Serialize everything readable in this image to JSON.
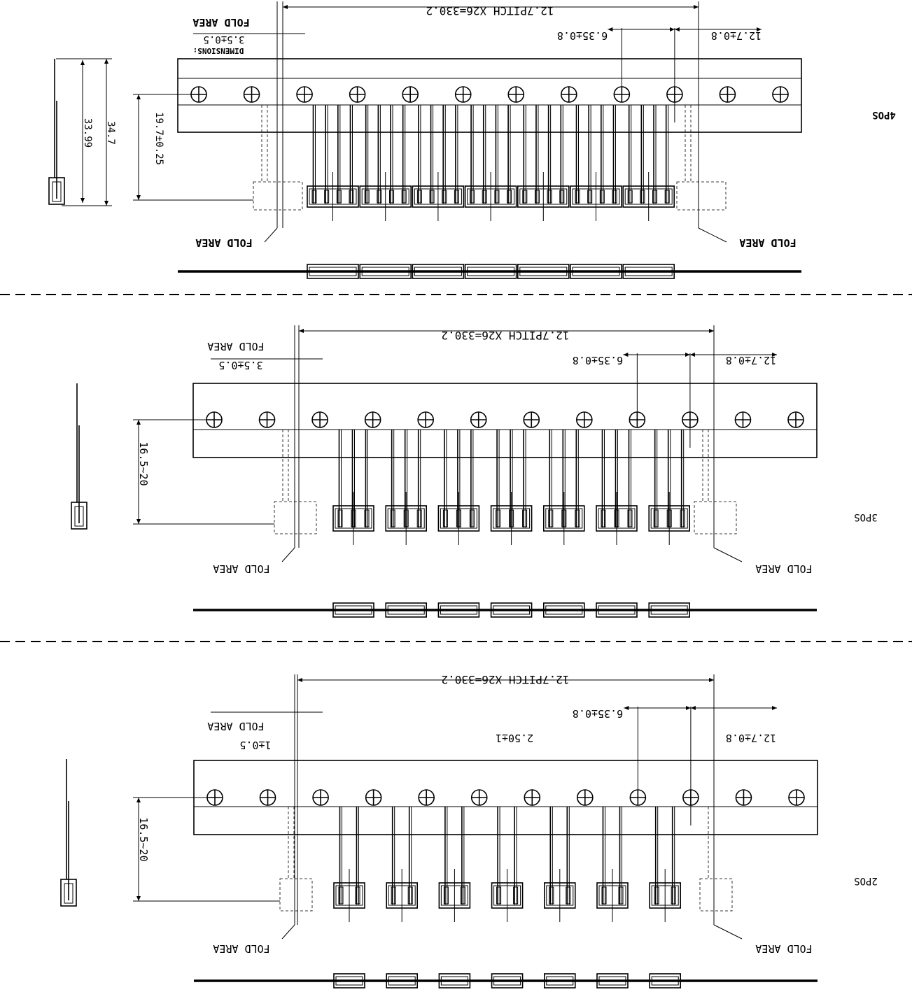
{
  "labels": {
    "fold_area": "FOLD AREA",
    "dimensions": "DIMENSIONS:",
    "pitch_span": "12.7PITCH X26=330.2",
    "pos4": "4POS",
    "pos3": "3POS",
    "pos2": "2POS",
    "dim_6_35": "6.35±0.8",
    "dim_12_7": "12.7±0.8",
    "dim_3_5": "3.5±0.5",
    "dim_1": "1±0.5",
    "dim_2_50": "2.50±1",
    "dim_19_7": "19.7±0.25",
    "dim_16_5": "16.5~20",
    "dim_33_99": "33.99",
    "dim_34_7": "34.7"
  },
  "variants": [
    {
      "name": "4pos",
      "pins_per_connector": 4,
      "connectors": 7
    },
    {
      "name": "3pos",
      "pins_per_connector": 3,
      "connectors": 7
    },
    {
      "name": "2pos",
      "pins_per_connector": 2,
      "connectors": 7
    }
  ],
  "colors": {
    "ink": "#000000",
    "paper": "#ffffff"
  }
}
